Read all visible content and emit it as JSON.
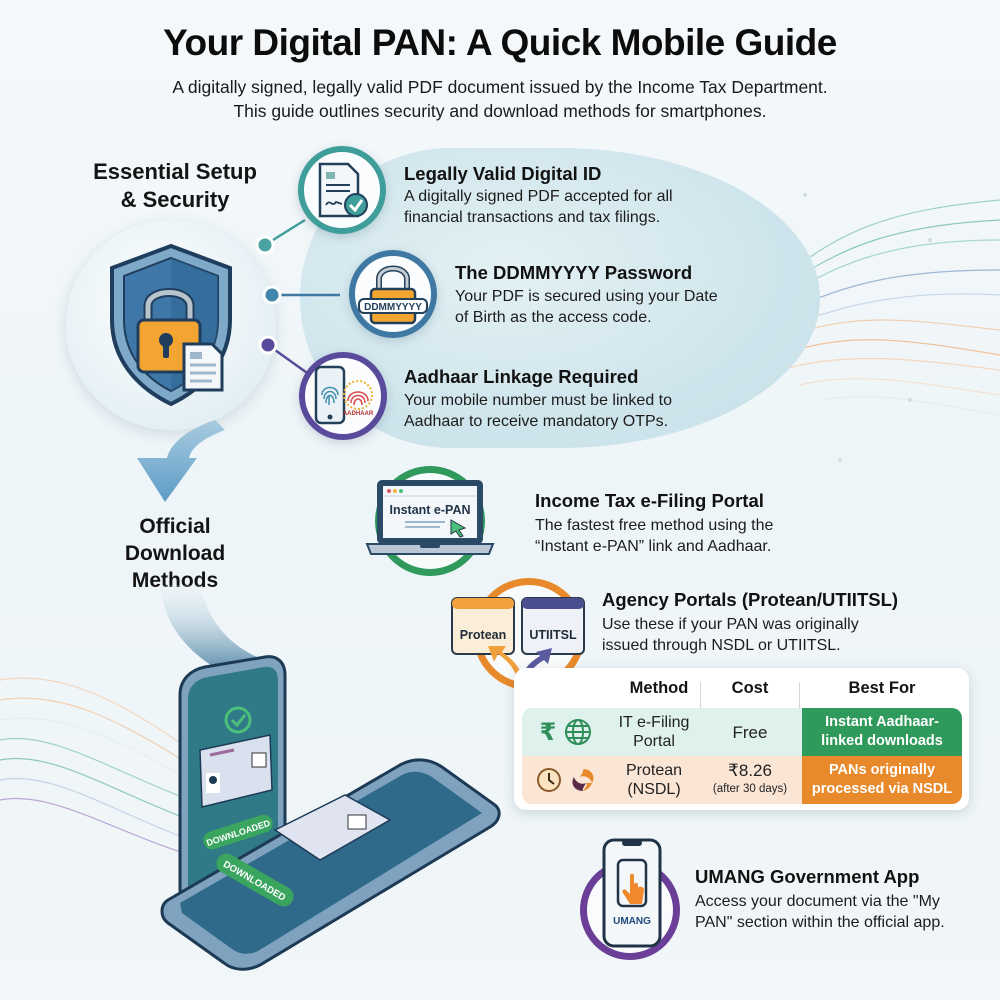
{
  "header": {
    "title": "Your Digital PAN: A Quick Mobile Guide",
    "subtitle_line1": "A digitally signed, legally valid PDF document issued by the Income Tax Department.",
    "subtitle_line2": "This guide outlines security and download methods for smartphones."
  },
  "security": {
    "heading_line1": "Essential Setup",
    "heading_line2": "& Security",
    "central_icon": "shield-lock-document-icon",
    "items": [
      {
        "icon": "signed-document-check-icon",
        "title": "Legally Valid Digital ID",
        "desc_line1": "A digitally signed PDF accepted for all",
        "desc_line2": "financial transactions and tax filings.",
        "color": "#3f9d9a"
      },
      {
        "icon": "padlock-password-icon",
        "icon_label": "DDMMYYYY",
        "title": "The DDMMYYYY Password",
        "desc_line1": "Your PDF is secured using your Date",
        "desc_line2": "of Birth as the access code.",
        "color": "#3f78a3"
      },
      {
        "icon": "phone-fingerprint-aadhaar-icon",
        "icon_label": "AADHAAR",
        "title": "Aadhaar Linkage Required",
        "desc_line1": "Your mobile number must be linked to",
        "desc_line2": "Aadhaar to receive mandatory OTPs.",
        "color": "#5a4a9b"
      }
    ]
  },
  "downloads": {
    "heading_line1": "Official",
    "heading_line2": "Download",
    "heading_line3": "Methods",
    "phone_badge": "DOWNLOADED",
    "methods": [
      {
        "icon": "laptop-instant-epan-icon",
        "icon_label": "Instant e-PAN",
        "title": "Income Tax e-Filing Portal",
        "desc_line1": "The fastest free method using the",
        "desc_line2": "“Instant e-PAN” link and Aadhaar.",
        "color": "#2f9a5b"
      },
      {
        "icon": "agency-portals-icon",
        "icon_label_a": "Protean",
        "icon_label_b": "UTIITSL",
        "title": "Agency Portals (Protean/UTIITSL)",
        "desc_line1": "Use these if your PAN was originally",
        "desc_line2": "issued through NSDL or UTIITSL.",
        "color": "#e88a2c"
      },
      {
        "icon": "umang-app-phone-icon",
        "icon_label": "UMANG",
        "title": "UMANG Government App",
        "desc_line1": "Access your document via the \"My",
        "desc_line2": "PAN\" section within the official app.",
        "color": "#6b3f97"
      }
    ]
  },
  "table": {
    "headers": [
      "Method",
      "Cost",
      "Best For"
    ],
    "rows": [
      {
        "icons": [
          "rupee-icon",
          "globe-icon"
        ],
        "method_line1": "IT e-Filing",
        "method_line2": "Portal",
        "cost": "Free",
        "cost_note": "",
        "best_line1": "Instant Aadhaar-",
        "best_line2": "linked downloads",
        "color": "#2f9a5b"
      },
      {
        "icons": [
          "clock-icon",
          "protean-logo-icon"
        ],
        "method_line1": "Protean",
        "method_line2": "(NSDL)",
        "cost": "₹8.26",
        "cost_note": "(after 30 days)",
        "best_line1": "PANs originally",
        "best_line2": "processed via NSDL",
        "color": "#e88a2c"
      }
    ]
  }
}
